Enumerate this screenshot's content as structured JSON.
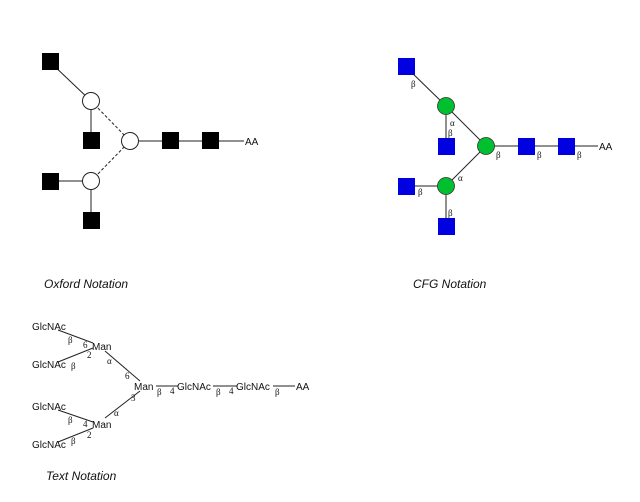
{
  "captions": {
    "oxford": "Oxford Notation",
    "cfg": "CFG Notation",
    "text": "Text Notation"
  },
  "oxford": {
    "aglycone": "AA"
  },
  "cfg": {
    "aglycone": "AA",
    "colors": {
      "glcnac": "#0000e0",
      "man": "#00c030"
    },
    "linkages": {
      "glcnac_top": "β",
      "man_top_a": "α",
      "glcnac_top_mid": "β",
      "man_core": "β",
      "glcnac_core_1": "β",
      "glcnac_core_2": "β",
      "man_bot_a": "α",
      "glcnac_bot_left": "β",
      "glcnac_bot_mid": "β"
    }
  },
  "text": {
    "glcnac": "GlcNAc",
    "man": "Man",
    "aglycone": "AA",
    "linkages": {
      "b1": "β",
      "n6": "6",
      "b2": "β",
      "n2": "2",
      "a_top": "α",
      "n6_core": "6",
      "b_core": "β",
      "n4_core": "4",
      "b3": "β",
      "n4": "4",
      "b4": "β",
      "n2_bot": "2",
      "a_bot": "α",
      "n3": "3",
      "b_chain1": "β",
      "n4_chain": "4",
      "b_chain2": "β"
    }
  }
}
